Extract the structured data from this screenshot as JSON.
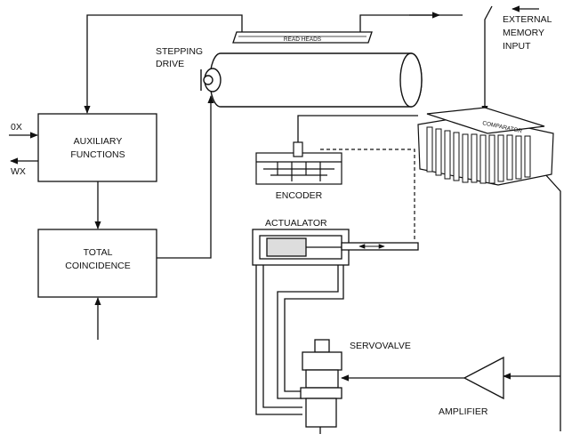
{
  "boxes": {
    "auxiliary": {
      "line1": "AUXILIARY",
      "line2": "FUNCTIONS"
    },
    "coincidence": {
      "line1": "TOTAL",
      "line2": "COINCIDENCE"
    }
  },
  "labels": {
    "stepping": {
      "line1": "STEPPING",
      "line2": "DRIVE"
    },
    "read_heads": "READ HEADS",
    "external": {
      "line1": "EXTERNAL",
      "line2": "MEMORY",
      "line3": "INPUT"
    },
    "comparator": "COMPARATOR",
    "encoder": "ENCODER",
    "actuator": "ACTUALATOR",
    "servovalve": "SERVOVALVE",
    "amplifier": "AMPLIFIER",
    "ox": "0X",
    "wx": "WX"
  },
  "colors": {
    "ink": "#111111",
    "background": "#ffffff"
  }
}
